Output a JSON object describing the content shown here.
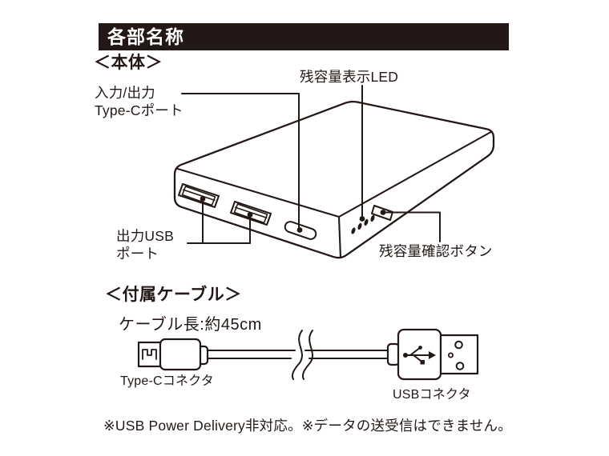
{
  "header": {
    "title": "各部名称"
  },
  "body_section": {
    "title": "＜本体＞",
    "labels": {
      "led": "残容量表示LED",
      "typec_line1": "入力/出力",
      "typec_line2": "Type-Cポート",
      "usb_line1": "出力USB",
      "usb_line2": "ポート",
      "button": "残容量確認ボタン"
    }
  },
  "cable_section": {
    "title": "＜付属ケーブル＞",
    "length": "ケーブル長:約45cm",
    "typec_connector": "Type-Cコネクタ",
    "usb_connector": "USBコネクタ"
  },
  "footer": {
    "note": "※USB Power Delivery非対応。※データの送受信はできません。"
  },
  "colors": {
    "ink": "#231815",
    "background": "#ffffff"
  }
}
